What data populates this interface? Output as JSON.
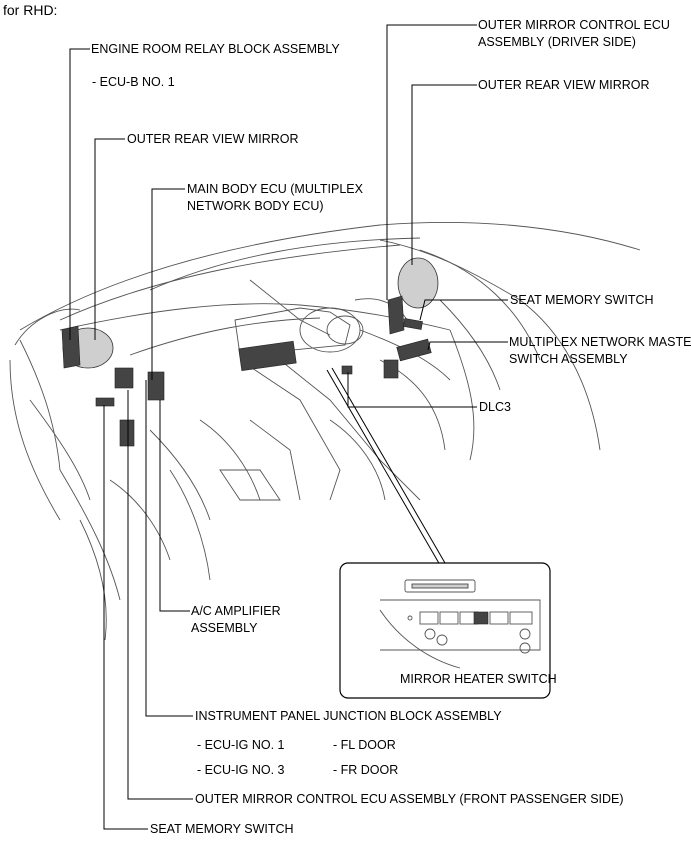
{
  "header": {
    "title": "for RHD:"
  },
  "labels": {
    "engine_relay": "ENGINE ROOM RELAY BLOCK ASSEMBLY",
    "engine_relay_sub": "- ECU-B NO. 1",
    "outer_mirror_left": "OUTER REAR VIEW MIRROR",
    "main_body_ecu_1": "MAIN BODY ECU (MULTIPLEX",
    "main_body_ecu_2": "NETWORK BODY ECU)",
    "mirror_ecu_driver_1": "OUTER MIRROR CONTROL ECU",
    "mirror_ecu_driver_2": "ASSEMBLY (DRIVER SIDE)",
    "outer_mirror_right": "OUTER REAR VIEW MIRROR",
    "seat_memory_right": "SEAT MEMORY SWITCH",
    "master_switch_1": "MULTIPLEX NETWORK MASTER",
    "master_switch_2": "SWITCH ASSEMBLY",
    "dlc3": "DLC3",
    "ac_amp_1": "A/C AMPLIFIER",
    "ac_amp_2": "ASSEMBLY",
    "mirror_heater": "MIRROR HEATER SWITCH",
    "ip_junction": "INSTRUMENT PANEL JUNCTION BLOCK ASSEMBLY",
    "ip_sub_1": "- ECU-IG NO. 1",
    "ip_sub_2": "- FL DOOR",
    "ip_sub_3": "- ECU-IG NO. 3",
    "ip_sub_4": "- FR DOOR",
    "mirror_ecu_passenger": "OUTER MIRROR CONTROL ECU ASSEMBLY (FRONT PASSENGER SIDE)",
    "seat_memory_bottom": "SEAT MEMORY SWITCH"
  }
}
